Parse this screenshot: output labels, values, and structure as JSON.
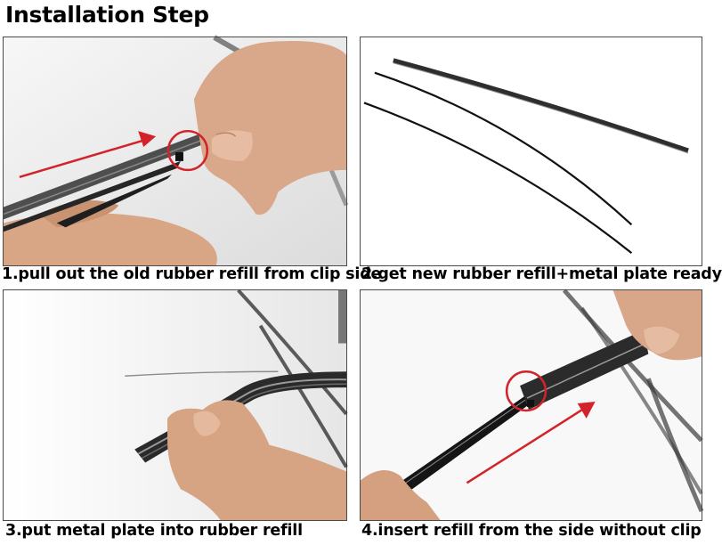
{
  "header": {
    "title": "Installation Step"
  },
  "steps": [
    {
      "number": 1,
      "caption": "1.pull out the old rubber refill from clip side",
      "photo": "hands pulling old rubber refill out of wiper blade clip",
      "annotations": [
        "red-arrow-right",
        "red-circle-clip"
      ]
    },
    {
      "number": 2,
      "caption": "2.get new rubber refill+metal plate ready",
      "photo": "new rubber refill and two metal plates on white background",
      "annotations": []
    },
    {
      "number": 3,
      "caption": "3.put metal plate into rubber refill",
      "photo": "hand inserting metal plate into rubber refill",
      "annotations": []
    },
    {
      "number": 4,
      "caption": "4.insert refill from the side without clip",
      "photo": "hands sliding refill into wiper frame from side without clip",
      "annotations": [
        "red-arrow-up-right",
        "red-circle-clip"
      ]
    }
  ],
  "colors": {
    "annotation_red": "#d2232a",
    "panel_border": "#4a4a4a",
    "skin": "#d9a88a",
    "rubber": "#2a2a2a",
    "background": "#ffffff"
  }
}
